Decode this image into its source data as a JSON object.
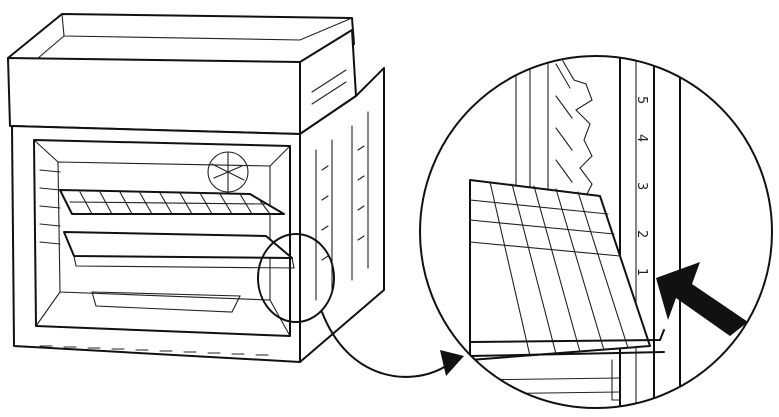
{
  "figure": {
    "level_labels": [
      "5",
      "4",
      "3",
      "2",
      "1"
    ],
    "icons": [
      "oven-illustration",
      "magnifier-circle-icon",
      "callout-arrow-icon",
      "pointer-arrow-icon"
    ],
    "colors": {
      "line": "#111111",
      "background": "#ffffff",
      "arrow": "#111111"
    }
  }
}
